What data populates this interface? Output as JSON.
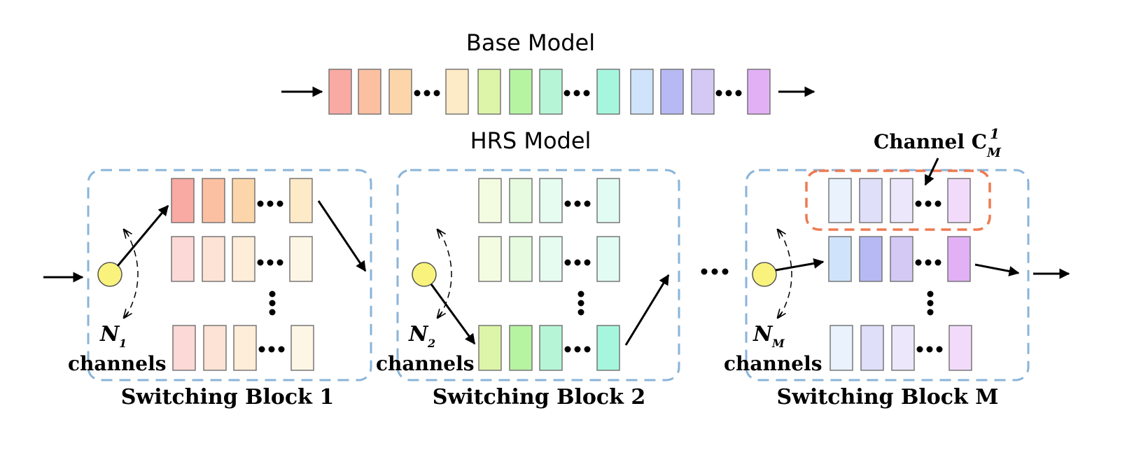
{
  "titles": {
    "base_model": "Base Model",
    "hrs_model": "HRS Model"
  },
  "blocks": [
    {
      "label": "Switching Block 1",
      "n_main": "N",
      "n_sub": "1",
      "channels": "channels"
    },
    {
      "label": "Switching Block 2",
      "n_main": "N",
      "n_sub": "2",
      "channels": "channels"
    },
    {
      "label": "Switching Block M",
      "n_main": "N",
      "n_sub": "M",
      "channels": "channels"
    }
  ],
  "callout": {
    "text": "Channel C",
    "sup": "1",
    "sub": "M"
  },
  "colors": {
    "base_layers": [
      "#f9aaa3",
      "#fbc0a2",
      "#fcd6aa",
      "#fdeac6",
      "#dcf5a8",
      "#b6f4a2",
      "#b6f5d6",
      "#a6f6de",
      "#cfe3fb",
      "#b7b9f4",
      "#d4c9f5",
      "#e2b0f5"
    ],
    "block_border": "#8ab4d9",
    "channel_border": "#ee7a52",
    "switch_node": "#f9f37d"
  }
}
